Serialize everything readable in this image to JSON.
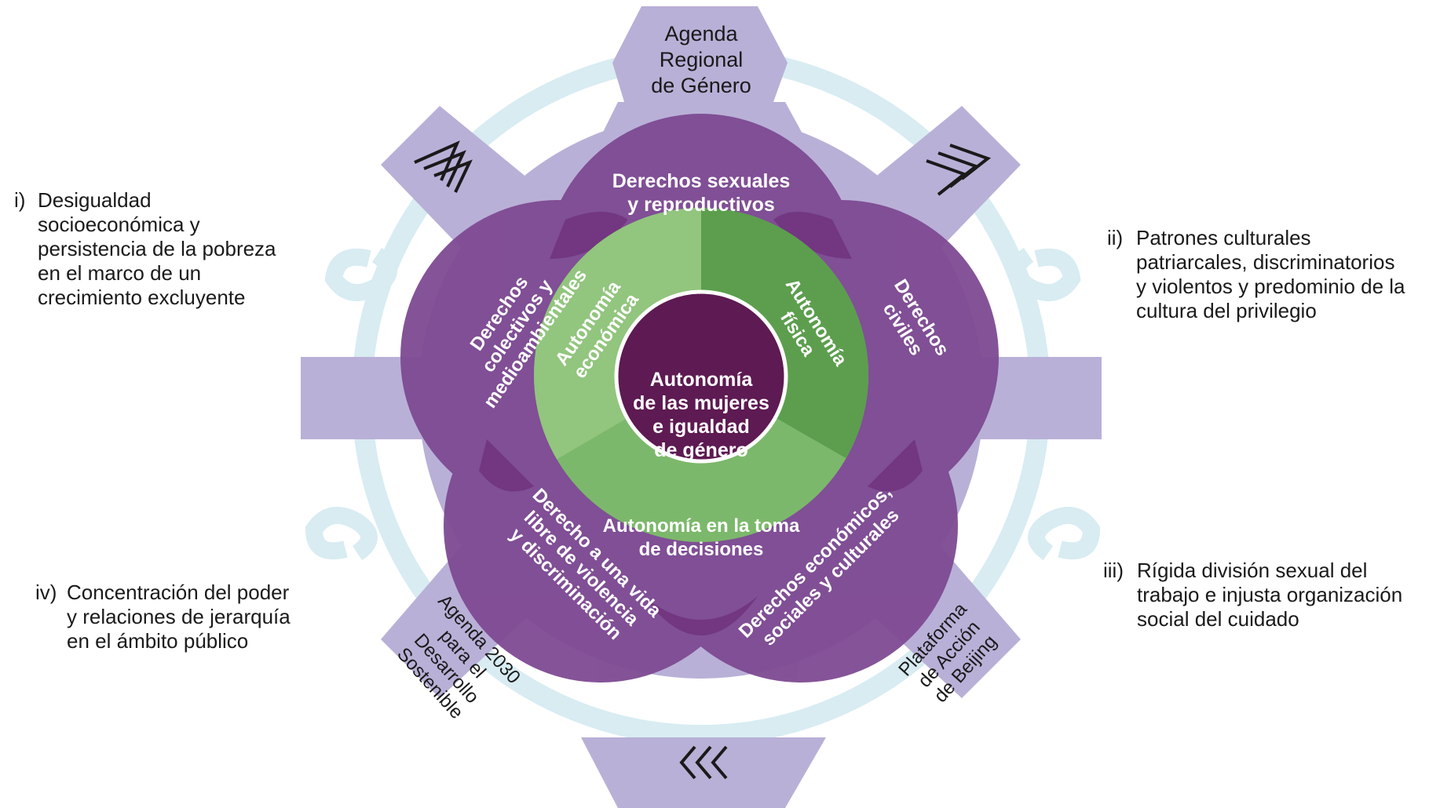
{
  "colors": {
    "gear": "#b9b0d7",
    "ring": "#d8ecf2",
    "petal": "#7e4a92",
    "petal_overlap": "#66246f",
    "green_light": "#92c57e",
    "green_mid": "#7cb86b",
    "green_dark": "#5c9e4e",
    "center": "#5e1a52"
  },
  "gear_labels": {
    "top": [
      "Agenda",
      "Regional",
      "de Género"
    ],
    "bottom_left": [
      "Agenda 2030",
      "para el",
      "Desarrollo",
      "Sostenible"
    ],
    "bottom_right": [
      "Plataforma",
      "de Acción",
      "de Beijing"
    ]
  },
  "chevrons": {
    "top_left": "»»",
    "top_right": "»»",
    "bottom": "«««"
  },
  "petals": {
    "top": [
      "Derechos sexuales",
      "y reproductivos"
    ],
    "upper_left": [
      "Derechos",
      "colectivos y",
      "medioambientales"
    ],
    "upper_right": [
      "Derechos",
      "civiles"
    ],
    "lower_left": [
      "Derecho a una vida",
      "libre de violencia",
      "y discriminación"
    ],
    "lower_right": [
      "Derechos económicos,",
      "sociales y culturales"
    ]
  },
  "autonomies": {
    "economic": [
      "Autonomía",
      "económica"
    ],
    "physical": [
      "Autonomía",
      "física"
    ],
    "decisions": [
      "Autonomía en la toma",
      "de decisiones"
    ]
  },
  "center": [
    "Autonomía",
    "de las mujeres",
    "e igualdad",
    "de género"
  ],
  "side_notes": [
    {
      "num": "i)",
      "text": "Desigualdad\nsocioeconómica y\npersistencia de la pobreza\nen el marco de un\ncrecimiento excluyente"
    },
    {
      "num": "ii)",
      "text": "Patrones culturales\npatriarcales, discriminatorios\ny violentos y predominio de la\ncultura del privilegio"
    },
    {
      "num": "iii)",
      "text": "Rígida división sexual del\ntrabajo e injusta organización\nsocial del cuidado"
    },
    {
      "num": "iv)",
      "text": "Concentración del poder\ny relaciones de jerarquía\nen el ámbito público"
    }
  ]
}
